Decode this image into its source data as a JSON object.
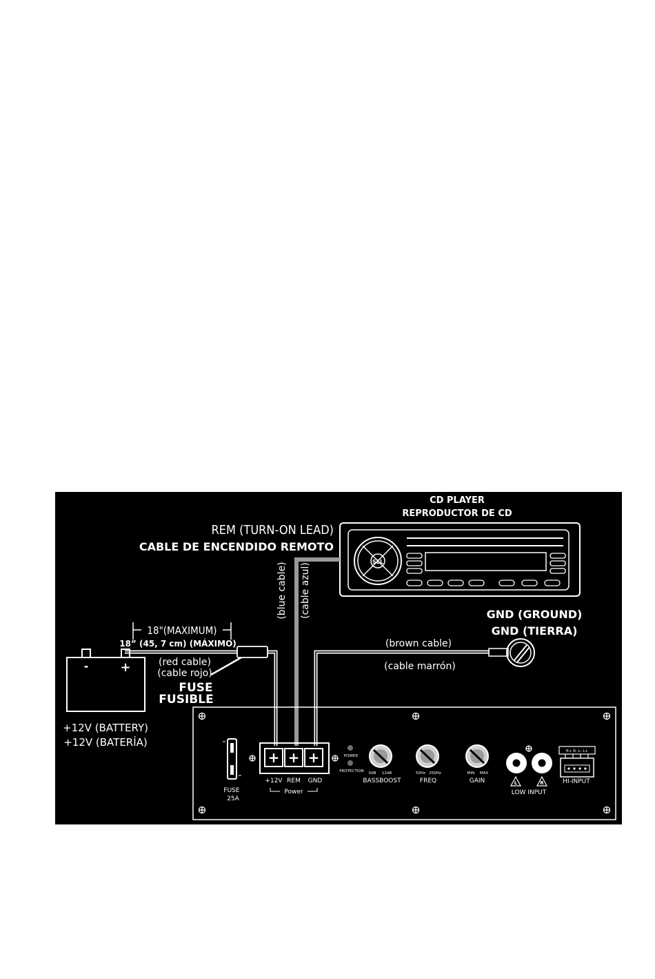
{
  "cd_player": {
    "title_en": "CD PLAYER",
    "title_es": "REPRODUCTOR DE CD",
    "knob_label": "SEL"
  },
  "rem_lead": {
    "label_en": "REM (TURN-ON LEAD)",
    "label_es": "CABLE DE ENCENDIDO REMOTO",
    "cable_en": "(blue cable)",
    "cable_es": "(cable azul)"
  },
  "ground": {
    "label_en": "GND (GROUND)",
    "label_es": "GND (TIERRA)",
    "cable_en": "(brown cable)",
    "cable_es": "(cable marrón)"
  },
  "fuse_inline": {
    "dimension_max": "18\"(MAXIMUM)",
    "dimension_metric": "18” (45, 7 cm) (MÁXIMO)",
    "cable_en": "(red cable)",
    "cable_es": "(cable rojo)",
    "label_en": "FUSE",
    "label_es": "FUSIBLE"
  },
  "battery": {
    "minus": "-",
    "plus": "+",
    "label_en": "+12V (BATTERY)",
    "label_es": "+12V (BATERÍA)"
  },
  "amplifier": {
    "fuse_label": "FUSE",
    "fuse_value": "25A",
    "terminals": [
      "+12V",
      "REM",
      "GND"
    ],
    "terminal_symbol": "+",
    "power_group": "Power",
    "led_power": "POWER",
    "led_protection": "PROTECTION",
    "bassboost": {
      "label": "BASSBOOST",
      "min": "0dB",
      "max": "12dB"
    },
    "freq": {
      "label": "FREQ",
      "min": "50Hz",
      "max": "250Hz"
    },
    "gain": {
      "label": "GAIN",
      "min": "MIN",
      "max": "MAX"
    },
    "low_input": {
      "label": "LOW INPUT",
      "left": "L",
      "right": "R"
    },
    "hi_input": {
      "label": "HI-INPUT",
      "pins": "R+ R- L- L+"
    }
  },
  "colors": {
    "background": "#000000",
    "foreground": "#ffffff",
    "cable_gray": "#9a9a9a"
  }
}
